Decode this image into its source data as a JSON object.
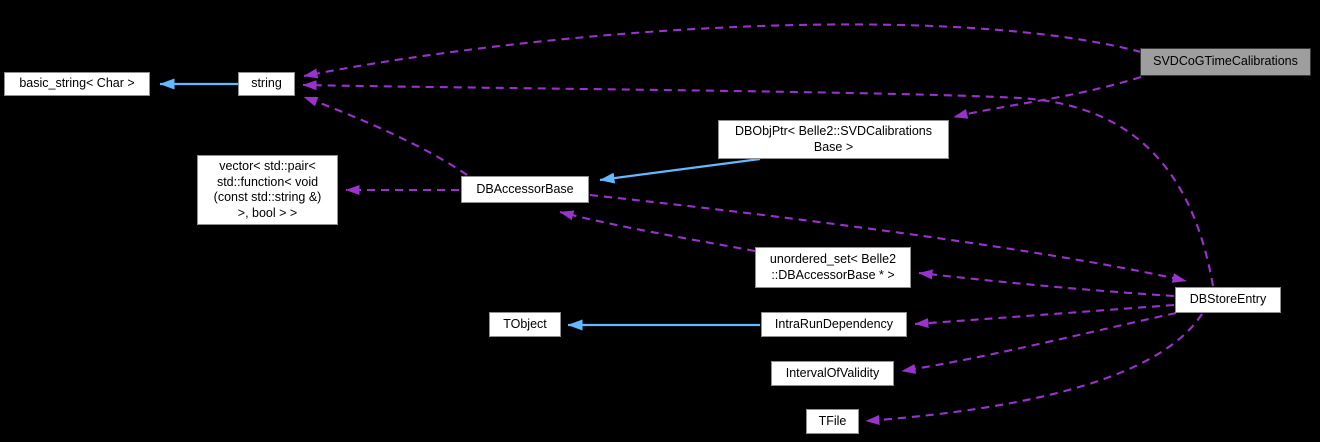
{
  "diagram": {
    "type": "class-collaboration-graph",
    "background_color": "#000000",
    "colors": {
      "node_fill": "#ffffff",
      "node_border": "#8f8f8f",
      "focus_node_fill": "#9e9e9e",
      "focus_node_border": "#3a3a3a",
      "node_text": "#000000",
      "inheritance_arrow": "#63B8FF",
      "usage_arrow": "#9A32CD"
    },
    "nodes": {
      "basic_string": {
        "label": "basic_string< Char >"
      },
      "string": {
        "label": "string"
      },
      "svdcog": {
        "label": "SVDCoGTimeCalibrations"
      },
      "dbobjptr": {
        "label": "DBObjPtr< Belle2::SVDCalibrations\nBase >"
      },
      "vector_pair": {
        "label": "vector< std::pair<\nstd::function< void\n(const std::string &)\n>, bool > >"
      },
      "dbaccessorbase": {
        "label": "DBAccessorBase"
      },
      "unordered_set": {
        "label": "unordered_set< Belle2\n::DBAccessorBase * >"
      },
      "dbstoreentry": {
        "label": "DBStoreEntry"
      },
      "tobject": {
        "label": "TObject"
      },
      "intrarundependency": {
        "label": "IntraRunDependency"
      },
      "intervalofvalidity": {
        "label": "IntervalOfValidity"
      },
      "tfile": {
        "label": "TFile"
      }
    },
    "edges": [
      {
        "from": "string",
        "to": "basic_string",
        "relation": "inheritance",
        "style": "solid-blue"
      },
      {
        "from": "DBObjPtr< Belle2::SVDCalibrationsBase >",
        "to": "DBAccessorBase",
        "relation": "inheritance",
        "style": "solid-blue"
      },
      {
        "from": "IntraRunDependency",
        "to": "TObject",
        "relation": "inheritance",
        "style": "solid-blue"
      },
      {
        "from": "SVDCoGTimeCalibrations",
        "to": "string",
        "relation": "usage",
        "style": "dashed-purple"
      },
      {
        "from": "SVDCoGTimeCalibrations",
        "to": "DBObjPtr< Belle2::SVDCalibrationsBase >",
        "relation": "usage",
        "style": "dashed-purple"
      },
      {
        "from": "DBStoreEntry",
        "to": "string",
        "relation": "usage",
        "style": "dashed-purple"
      },
      {
        "from": "DBAccessorBase",
        "to": "string",
        "relation": "usage",
        "style": "dashed-purple"
      },
      {
        "from": "DBAccessorBase",
        "to": "vector< std::pair< std::function< void (const std::string &) >, bool > >",
        "relation": "usage",
        "style": "dashed-purple"
      },
      {
        "from": "unordered_set< Belle2::DBAccessorBase * >",
        "to": "DBAccessorBase",
        "relation": "usage",
        "style": "dashed-purple"
      },
      {
        "from": "DBAccessorBase",
        "to": "DBStoreEntry",
        "relation": "usage",
        "style": "dashed-purple"
      },
      {
        "from": "DBStoreEntry",
        "to": "unordered_set< Belle2::DBAccessorBase * >",
        "relation": "usage",
        "style": "dashed-purple"
      },
      {
        "from": "DBStoreEntry",
        "to": "IntraRunDependency",
        "relation": "usage",
        "style": "dashed-purple"
      },
      {
        "from": "DBStoreEntry",
        "to": "IntervalOfValidity",
        "relation": "usage",
        "style": "dashed-purple"
      },
      {
        "from": "DBStoreEntry",
        "to": "TFile",
        "relation": "usage",
        "style": "dashed-purple"
      }
    ]
  }
}
